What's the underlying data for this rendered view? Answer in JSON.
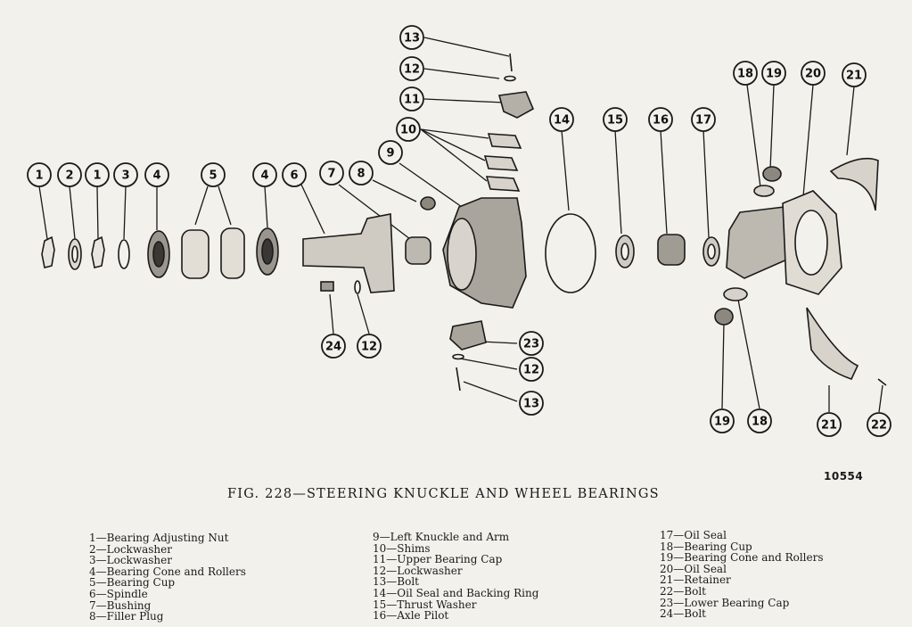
{
  "figure": {
    "number_code": "10554",
    "title": "FIG. 228—STEERING KNUCKLE AND WHEEL BEARINGS"
  },
  "callouts": [
    {
      "id": "c-13a",
      "label": "13"
    },
    {
      "id": "c-12a",
      "label": "12"
    },
    {
      "id": "c-11",
      "label": "11"
    },
    {
      "id": "c-10",
      "label": "10"
    },
    {
      "id": "c-9",
      "label": "9"
    },
    {
      "id": "c-1a",
      "label": "1"
    },
    {
      "id": "c-2",
      "label": "2"
    },
    {
      "id": "c-1b",
      "label": "1"
    },
    {
      "id": "c-3",
      "label": "3"
    },
    {
      "id": "c-4a",
      "label": "4"
    },
    {
      "id": "c-5",
      "label": "5"
    },
    {
      "id": "c-4b",
      "label": "4"
    },
    {
      "id": "c-6",
      "label": "6"
    },
    {
      "id": "c-7",
      "label": "7"
    },
    {
      "id": "c-8",
      "label": "8"
    },
    {
      "id": "c-14",
      "label": "14"
    },
    {
      "id": "c-15",
      "label": "15"
    },
    {
      "id": "c-16",
      "label": "16"
    },
    {
      "id": "c-17",
      "label": "17"
    },
    {
      "id": "c-18a",
      "label": "18"
    },
    {
      "id": "c-19a",
      "label": "19"
    },
    {
      "id": "c-20",
      "label": "20"
    },
    {
      "id": "c-21a",
      "label": "21"
    },
    {
      "id": "c-24",
      "label": "24"
    },
    {
      "id": "c-12b",
      "label": "12"
    },
    {
      "id": "c-23",
      "label": "23"
    },
    {
      "id": "c-12c",
      "label": "12"
    },
    {
      "id": "c-13b",
      "label": "13"
    },
    {
      "id": "c-19b",
      "label": "19"
    },
    {
      "id": "c-18b",
      "label": "18"
    },
    {
      "id": "c-21b",
      "label": "21"
    },
    {
      "id": "c-22",
      "label": "22"
    }
  ],
  "legend": {
    "col1": [
      "1—Bearing Adjusting Nut",
      "2—Lockwasher",
      "3—Lockwasher",
      "4—Bearing Cone and Rollers",
      "5—Bearing Cup",
      "6—Spindle",
      "7—Bushing",
      "8—Filler Plug"
    ],
    "col2": [
      "9—Left Knuckle and Arm",
      "10—Shims",
      "11—Upper Bearing Cap",
      "12—Lockwasher",
      "13—Bolt",
      "14—Oil Seal and Backing Ring",
      "15—Thrust Washer",
      "16—Axle Pilot"
    ],
    "col3": [
      "17—Oil Seal",
      "18—Bearing Cup",
      "19—Bearing Cone and Rollers",
      "20—Oil Seal",
      "21—Retainer",
      "22—Bolt",
      "23—Lower Bearing Cap",
      "24—Bolt"
    ]
  }
}
